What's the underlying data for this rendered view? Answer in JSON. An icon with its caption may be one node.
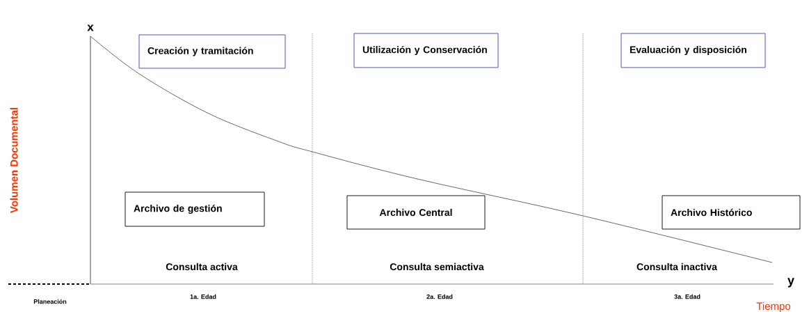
{
  "diagram": {
    "nodes": [
      {
        "text": [
          "Creación y tramitación"
        ]
      },
      {
        "text": [
          "Utilización y Conservación"
        ]
      },
      {
        "text": [
          "Evaluación y disposición"
        ]
      },
      {
        "text": [
          "Archivo de gestión"
        ]
      },
      {
        "text": [
          "Archivo Central"
        ]
      },
      {
        "text": [
          "Archivo Histórico"
        ]
      }
    ],
    "labels": [
      "Volumen Documental",
      "x",
      "Consulta activa",
      "Consulta semiactiva",
      "Consulta inactiva",
      "y",
      "Planeación",
      "1a. Edad",
      "2a. Edad",
      "3a. Edad",
      "Tiempo"
    ]
  }
}
